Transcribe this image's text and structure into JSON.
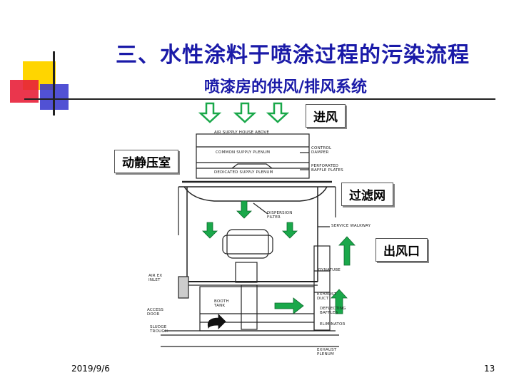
{
  "slide": {
    "title": "三、水性涂料于喷涂过程的污染流程",
    "subtitle": "喷漆房的供风/排风系统",
    "date": "2019/9/6",
    "page_number": "13"
  },
  "labels": {
    "intake": "进风",
    "plenum": "动静压室",
    "filter": "过滤网",
    "outlet": "出风口"
  },
  "diagram_text": {
    "air_supply_house": "AIR SUPPLY HOUSE ABOVE",
    "control_damper": "CONTROL DAMPER",
    "common_supply": "COMMON SUPPLY PLENUM",
    "perforated_baffle": "PERFORATED BAFFLE PLATES",
    "dedicated_supply": "DEDICATED SUPPLY PLENUM",
    "dispersion_filter": "DISPERSION FILTER",
    "service_walkway": "SERVICE WALKWAY",
    "air_ex_inlet": "AIR EX INLET",
    "access_door": "ACCESS DOOR",
    "booth_tank": "BOOTH TANK",
    "sludge_trough": "SLUDGE TROUGH",
    "dynatube": "DYNATUBE",
    "exhaust_duct": "EXHAUST DUCT",
    "deflecting_baffles": "DEFLECTING BAFFLES",
    "eliminator": "ELIMINATOR",
    "exhaust_plenum": "EXHAUST PLENUM"
  },
  "colors": {
    "title": "#1a1aa8",
    "arrow_green": "#1aa84a",
    "deco_yellow": "#ffd500",
    "deco_red": "#e8203a",
    "deco_blue": "#3333cc"
  }
}
